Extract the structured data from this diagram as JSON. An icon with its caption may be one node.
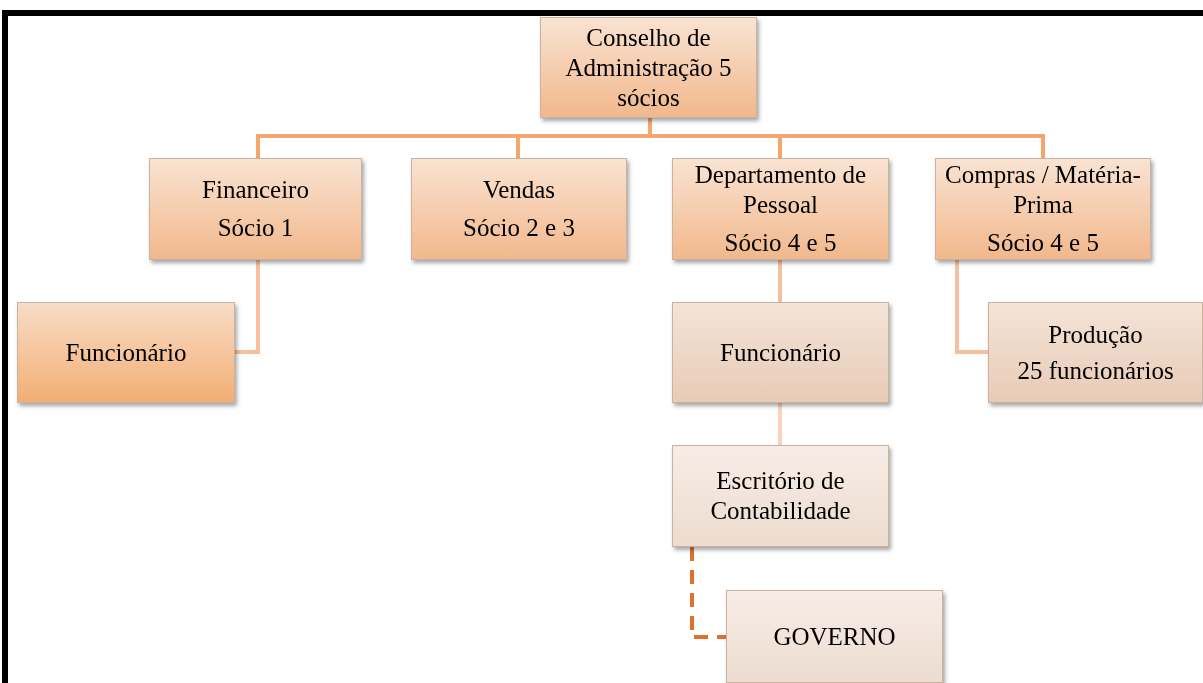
{
  "diagram": {
    "nodes": [
      {
        "text": [
          "Conselho de Administração 5 sócios"
        ]
      },
      {
        "text": [
          "Financeiro",
          "Sócio 1"
        ]
      },
      {
        "text": [
          "Vendas",
          "Sócio 2 e 3"
        ]
      },
      {
        "text": [
          "Departamento de Pessoal",
          "Sócio 4 e 5"
        ]
      },
      {
        "text": [
          "Compras / Matéria-Prima",
          "Sócio 4 e 5"
        ]
      },
      {
        "text": [
          "Funcionário"
        ]
      },
      {
        "text": [
          "Funcionário"
        ]
      },
      {
        "text": [
          "Produção",
          "25 funcionários"
        ]
      },
      {
        "text": [
          "Escritório de Contabilidade"
        ]
      },
      {
        "text": [
          "GOVERNO"
        ]
      }
    ],
    "edges": [
      {
        "from": 0,
        "to": 1,
        "arrow": "none"
      },
      {
        "from": 0,
        "to": 2,
        "arrow": "none"
      },
      {
        "from": 0,
        "to": 3,
        "arrow": "none"
      },
      {
        "from": 0,
        "to": 4,
        "arrow": "none"
      },
      {
        "from": 1,
        "to": 5,
        "arrow": "none",
        "color": "#f7c09c"
      },
      {
        "from": 3,
        "to": 6,
        "arrow": "none",
        "color": "#f7c09c"
      },
      {
        "from": 4,
        "to": 7,
        "arrow": "none",
        "color": "#f7c09c"
      },
      {
        "from": 6,
        "to": 8,
        "arrow": "none",
        "color": "#f9d3bd"
      },
      {
        "from": 8,
        "to": 9,
        "arrow": "none",
        "style": "dashed",
        "color": "#e0702e"
      }
    ]
  }
}
